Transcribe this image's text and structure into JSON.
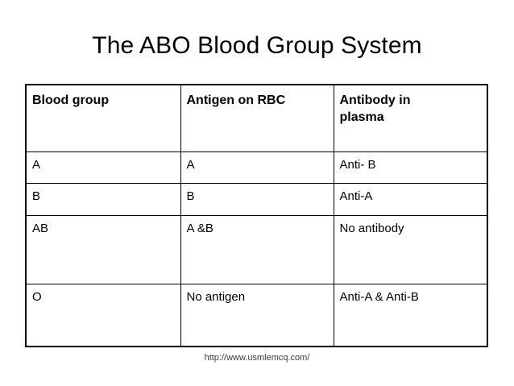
{
  "slide": {
    "title": "The ABO Blood Group System",
    "source_url": "http://www.usmlemcq.com/",
    "background_color": "#ffffff",
    "text_color": "#000000",
    "border_color": "#000000"
  },
  "table": {
    "headers": {
      "col1": "Blood group",
      "col2": "Antigen on RBC",
      "col3_line1": "Antibody in",
      "col3_line2": "plasma"
    },
    "rows": [
      {
        "blood_group": "A",
        "antigen_on_rbc": "A",
        "antibody_in_plasma": "Anti- B"
      },
      {
        "blood_group": "B",
        "antigen_on_rbc": "B",
        "antibody_in_plasma": "Anti-A"
      },
      {
        "blood_group": "AB",
        "antigen_on_rbc": "A &B",
        "antibody_in_plasma": "No antibody"
      },
      {
        "blood_group": "O",
        "antigen_on_rbc": "No antigen",
        "antibody_in_plasma": "Anti-A & Anti-B"
      }
    ]
  }
}
